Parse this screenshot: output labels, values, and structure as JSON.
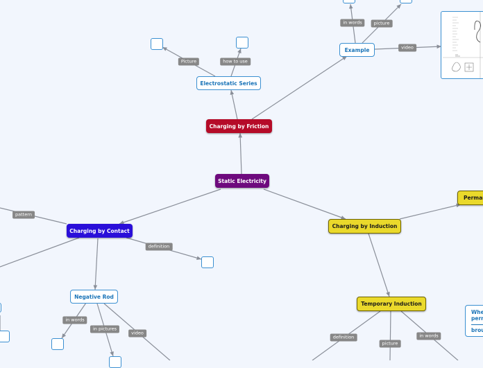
{
  "nodes": {
    "static_electricity": "Static Electricity",
    "charging_by_friction": "Charging by Friction",
    "electrostatic_series": "Electrostatic Series",
    "example": "Example",
    "charging_by_contact": "Charging by Contact",
    "negative_rod": "Negative Rod",
    "charging_by_induction": "Charging by Induction",
    "temporary_induction": "Temporary Induction",
    "permanent_partial": "Perman",
    "side_card_line1": "Whe",
    "side_card_line2": "pern",
    "side_card_line3": "brou"
  },
  "tags": {
    "picture_es": "Picture",
    "how_to_use": "how to use",
    "in_words_ex": "in words",
    "picture_ex": "picture",
    "video_ex": "video",
    "pattern": "pattern",
    "definition_contact": "definition",
    "in_words_rod": "in words",
    "in_pictures_rod": "in pictures",
    "video_rod": "video",
    "definition_temp": "definition",
    "picture_temp": "picture",
    "in_words_temp": "in words"
  },
  "colors": {
    "line": "#8a8f99",
    "friction": "#b50b28",
    "central": "#6e0a7d",
    "contact": "#2a0fd9",
    "induction": "#ead92b",
    "leaf_border": "#3a8fd1"
  }
}
